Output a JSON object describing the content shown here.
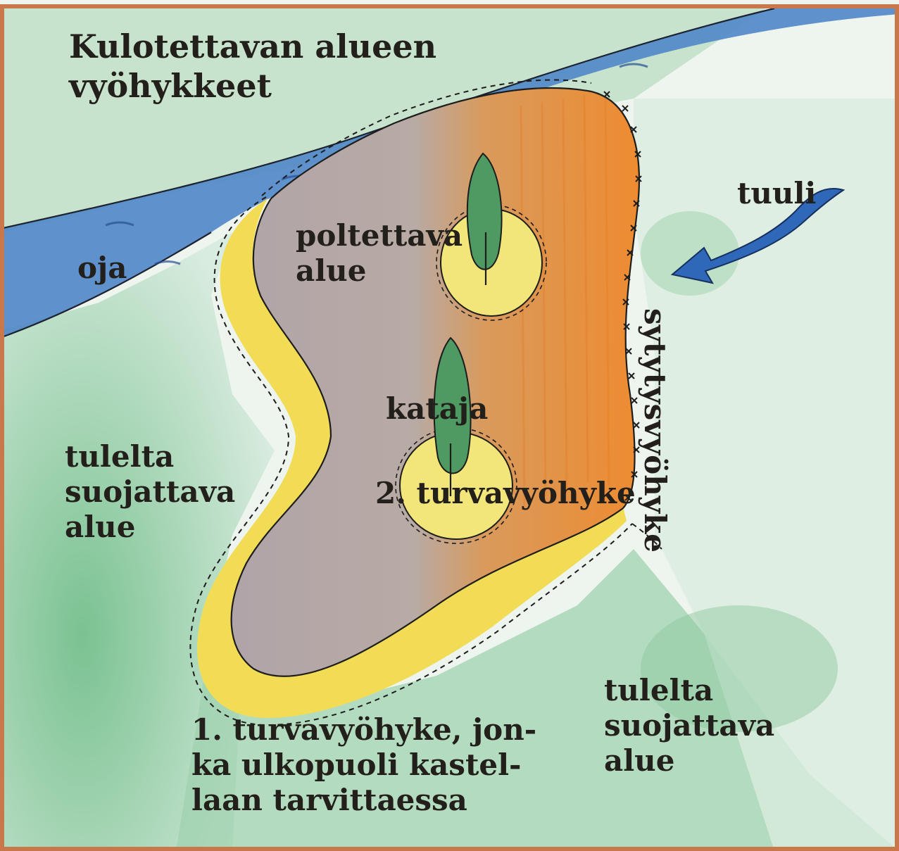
{
  "title": [
    "Kulotettavan alueen",
    "vyöhykkeet"
  ],
  "labels": {
    "ditch": "oja",
    "burn_area": [
      "poltettava",
      "alue"
    ],
    "juniper": "kataja",
    "safety_zone_2": "2. turvavyöhyke",
    "wind": "tuuli",
    "ignition_zone": "sytytysvyöhyke",
    "protected_area_left": [
      "tulelta",
      "suojattava",
      "alue"
    ],
    "protected_area_right": [
      "tulelta",
      "suojattava",
      "alue"
    ],
    "safety_zone_1": [
      "1. turvavyöhyke, jon-",
      "ka ulkopuoli kastel-",
      "laan tarvittaessa"
    ]
  },
  "colors": {
    "frame": "#c8784a",
    "ditch": "#4f86c8",
    "burn_area": "#b3a7a6",
    "ignition_zone": "#e9923e",
    "safety_zone": "#f2dc56",
    "protected_area": "#52b076",
    "juniper": "#4e9a62",
    "wind_arrow": "#2f68b8"
  }
}
